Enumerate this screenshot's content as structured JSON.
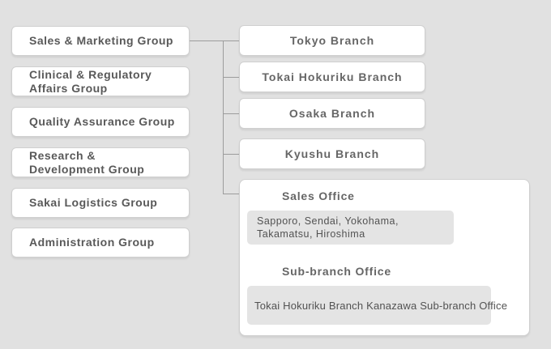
{
  "diagram": {
    "groups": [
      {
        "lines": [
          "Sales & Marketing Group"
        ]
      },
      {
        "lines": [
          "Clinical & Regulatory",
          "Affairs Group"
        ]
      },
      {
        "lines": [
          "Quality Assurance Group"
        ]
      },
      {
        "lines": [
          "Research &",
          "Development Group"
        ]
      },
      {
        "lines": [
          "Sakai Logistics Group"
        ]
      },
      {
        "lines": [
          "Administration Group"
        ]
      }
    ],
    "branches": [
      "Tokyo Branch",
      "Tokai Hokuriku Branch",
      "Osaka Branch",
      "Kyushu Branch"
    ],
    "sales_office": {
      "title": "Sales Office",
      "locations": "Sapporo, Sendai, Yokohama, Takamatsu, Hiroshima",
      "sub_branch_title": "Sub-branch Office",
      "sub_branch_item": "Tokai Hokuriku Branch Kanazawa Sub-branch Office"
    },
    "colors": {
      "background": "#e1e1e1",
      "box_background": "#ffffff",
      "box_border": "#cfcfcf",
      "inner_box_background": "#e4e4e4",
      "text": "#595959",
      "connector_line": "#9c9c9c"
    }
  }
}
